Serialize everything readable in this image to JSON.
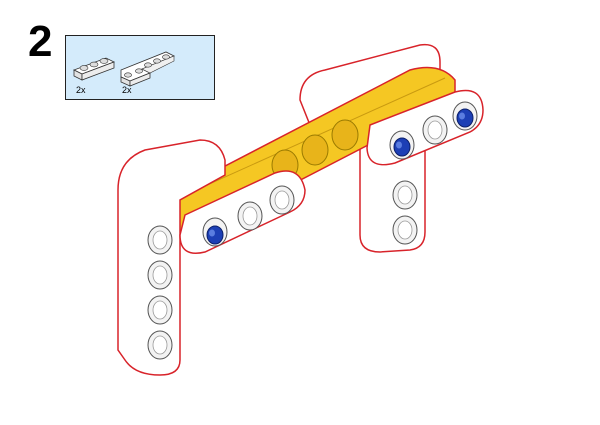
{
  "step": {
    "number": "2"
  },
  "parts_list": {
    "parts": [
      {
        "name": "straight-beam-3",
        "quantity": "2x"
      },
      {
        "name": "l-beam-2x4",
        "quantity": "2x"
      }
    ]
  },
  "colors": {
    "beam_yellow": "#f5c723",
    "beam_white": "#ffffff",
    "outline_red": "#d8232a",
    "pin_blue": "#1c3fb5",
    "parts_bg": "#d4ebfb"
  }
}
